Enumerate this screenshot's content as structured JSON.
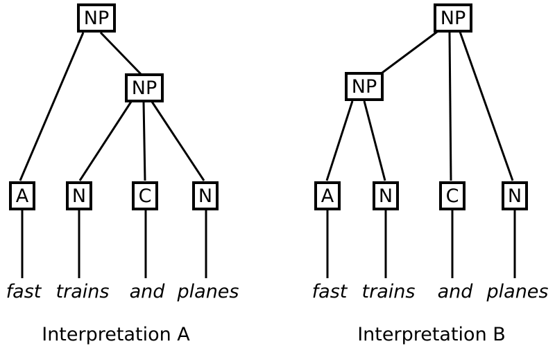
{
  "colors": {
    "ink": "#000000",
    "background": "#ffffff"
  },
  "trees": [
    {
      "caption": "Interpretation A",
      "nodes": {
        "root": "NP",
        "inner": "NP",
        "leaves": [
          "A",
          "N",
          "C",
          "N"
        ]
      },
      "words": [
        "fast",
        "trains",
        "and",
        "planes"
      ]
    },
    {
      "caption": "Interpretation B",
      "nodes": {
        "root": "NP",
        "inner": "NP",
        "leaves": [
          "A",
          "N",
          "C",
          "N"
        ]
      },
      "words": [
        "fast",
        "trains",
        "and",
        "planes"
      ]
    }
  ]
}
